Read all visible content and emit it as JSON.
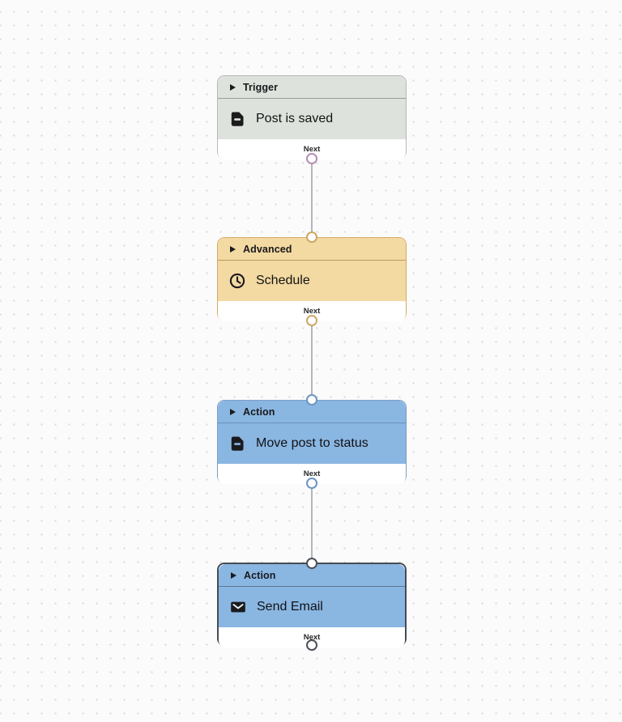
{
  "canvas": {
    "type": "workflow-editor",
    "background_color": "#fbfbfb",
    "dot_color": "#d9d9d9",
    "edge_color": "#b3b6b9"
  },
  "nodes": [
    {
      "category": "Trigger",
      "title": "Post is saved",
      "footer_label": "Next",
      "icon": "document-icon",
      "fill_color": "#dde3dc",
      "border_color": "#b2b8b1",
      "port_color": "#b58db6",
      "selected": false
    },
    {
      "category": "Advanced",
      "title": "Schedule",
      "footer_label": "Next",
      "icon": "clock-icon",
      "fill_color": "#f3d9a2",
      "border_color": "#d2ab67",
      "port_color": "#cda765",
      "selected": false
    },
    {
      "category": "Action",
      "title": "Move post to status",
      "footer_label": "Next",
      "icon": "document-icon",
      "fill_color": "#8ab6e2",
      "border_color": "#7b9dc6",
      "port_color": "#6d94c2",
      "selected": false
    },
    {
      "category": "Action",
      "title": "Send Email",
      "footer_label": "Next",
      "icon": "envelope-icon",
      "fill_color": "#8ab6e2",
      "border_color": "#464c53",
      "port_color": "#4b5158",
      "selected": true
    }
  ]
}
